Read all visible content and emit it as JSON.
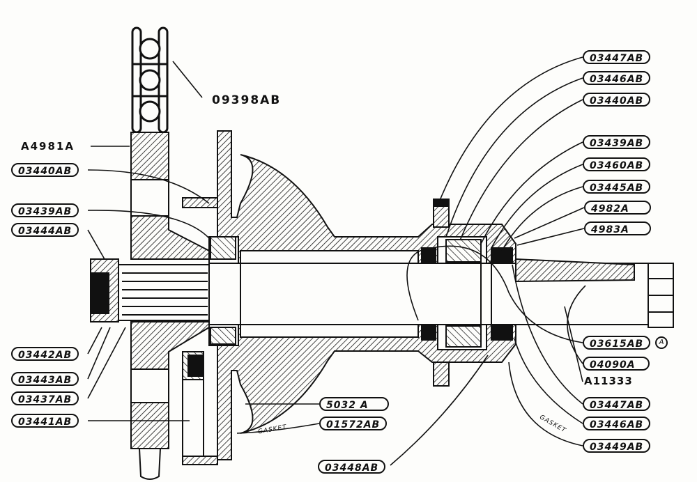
{
  "labels": {
    "chain_top": "09398AB",
    "sprocket": "A4981A",
    "left_03440": "03440AB",
    "left_03439": "03439AB",
    "left_03444": "03444AB",
    "left_03442": "03442AB",
    "left_03443": "03443AB",
    "left_03437": "03437AB",
    "left_03441": "03441AB",
    "right_03447_top": "03447AB",
    "right_03446_top": "03446AB",
    "right_03440": "03440AB",
    "right_03439": "03439AB",
    "right_03460": "03460AB",
    "right_03445": "03445AB",
    "right_4982": "4982A",
    "right_4983": "4983A",
    "right_03615": "03615AB",
    "circle_a": "A",
    "right_04090": "04090A",
    "right_a11333": "A11333",
    "right_03447_bottom": "03447AB",
    "right_03446_bottom": "03446AB",
    "right_03449": "03449AB",
    "bottom_5032": "5032 A",
    "bottom_01572": "01572AB",
    "bottom_03448": "03448AB",
    "gasket_left": "GASKET",
    "gasket_right": "GASKET"
  }
}
